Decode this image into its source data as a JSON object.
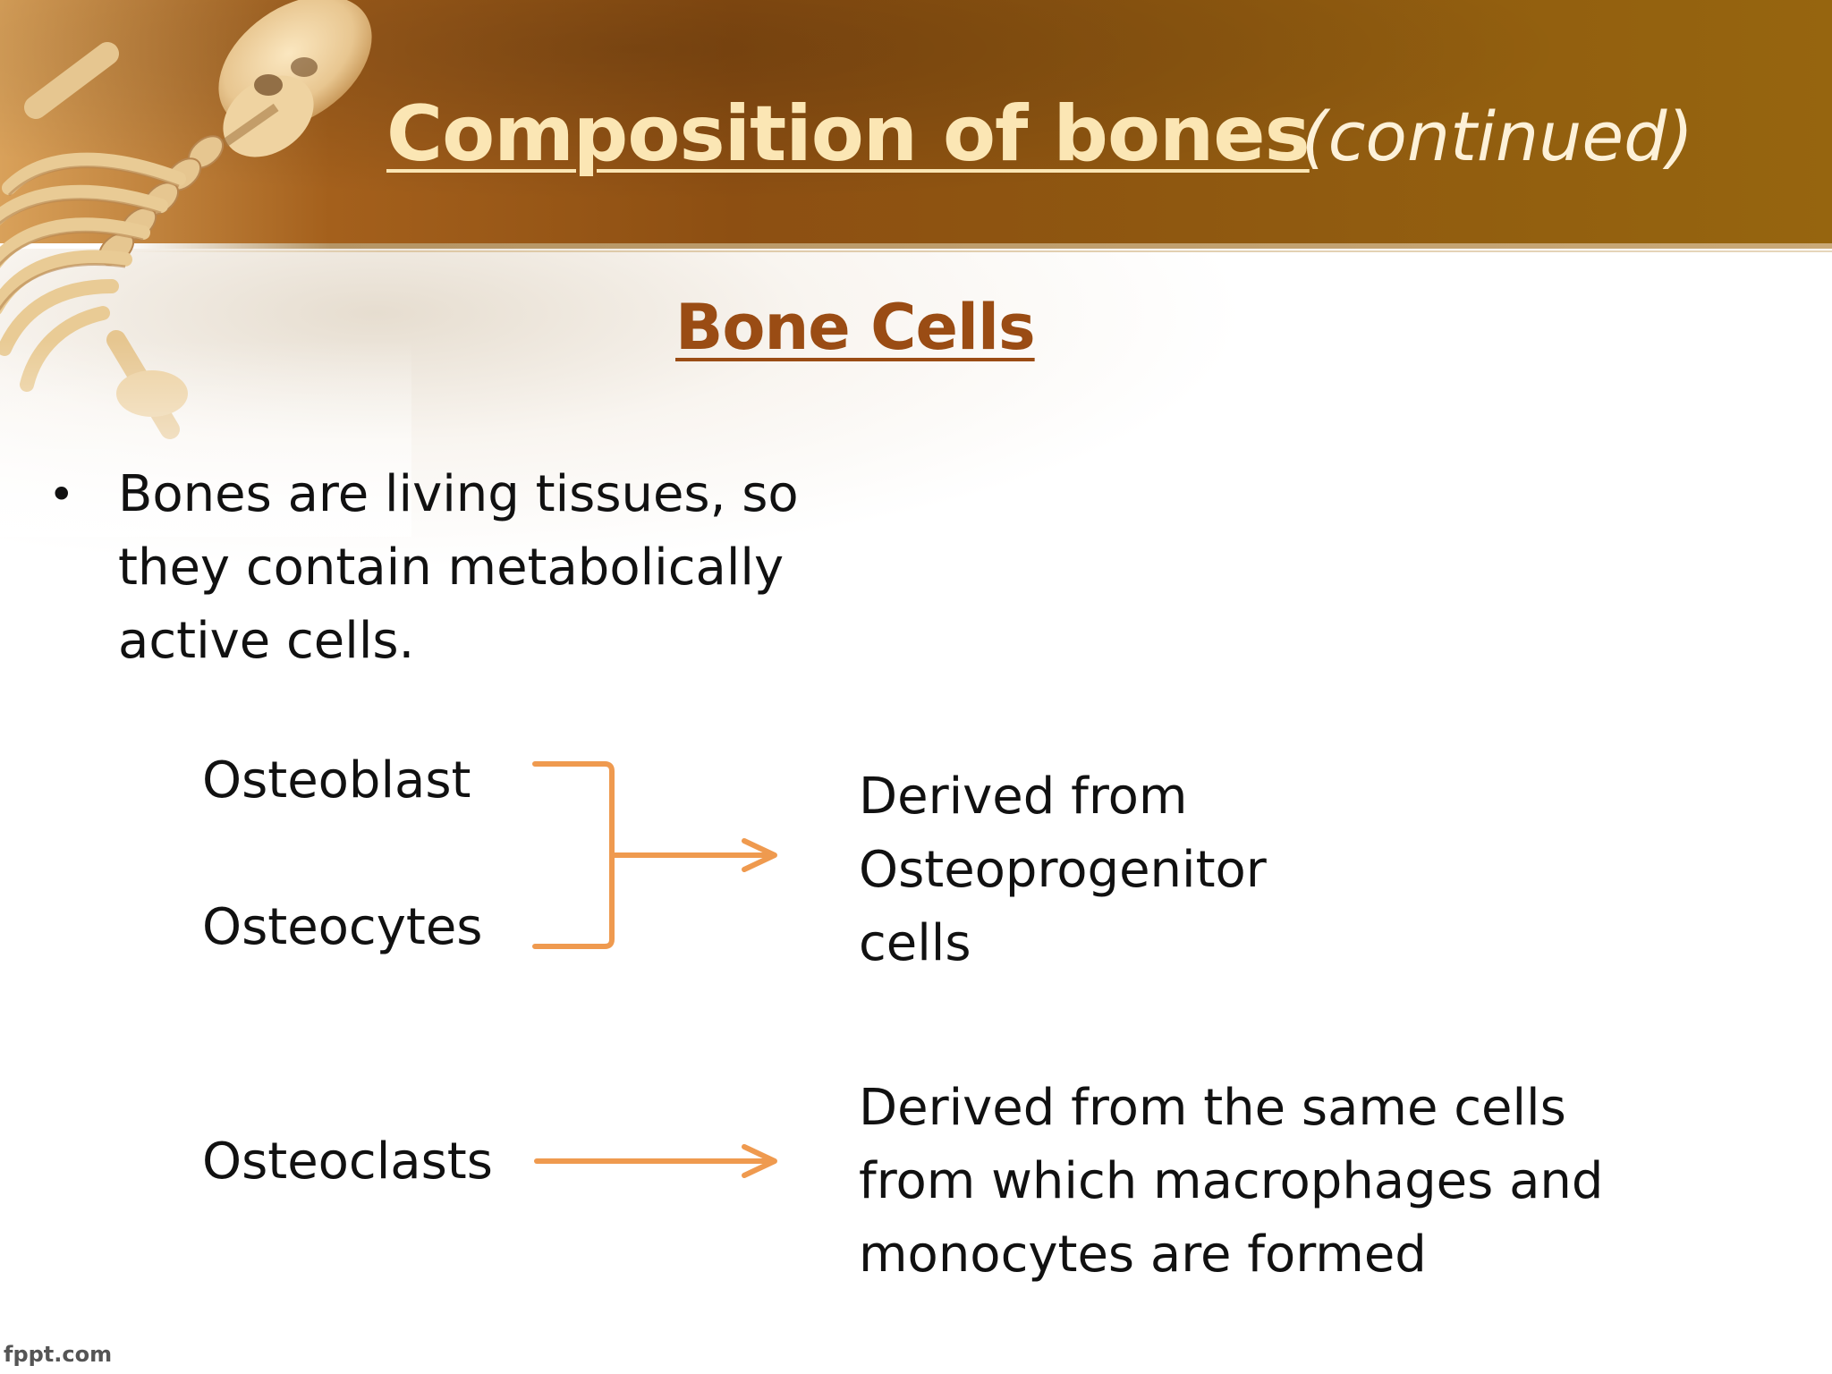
{
  "slide": {
    "title": "Composition of bones",
    "title_suffix": "(continued)",
    "subtitle": "Bone Cells",
    "bullet": {
      "marker": "•",
      "text": "Bones are living tissues, so they contain metabolically active cells."
    },
    "cells": {
      "osteoblast": "Osteoblast",
      "osteocytes": "Osteocytes",
      "osteoclasts": "Osteoclasts"
    },
    "descriptions": {
      "group1_line1": "Derived from",
      "group1_line2": "Osteoprogenitor",
      "group1_line3": "cells",
      "group2_line1": "Derived from the same cells",
      "group2_line2": "from which macrophages and",
      "group2_line3": "monocytes are formed"
    },
    "footer": "fppt.com"
  },
  "colors": {
    "header_brown": "#8d4f12",
    "title_text": "#fbe6b4",
    "subtitle_text": "#9a4c14",
    "arrow_orange": "#ef9a4f"
  },
  "icons": {
    "skeleton": "skeleton-illustration",
    "bracket": "bracket-connector",
    "arrow": "right-arrow"
  }
}
